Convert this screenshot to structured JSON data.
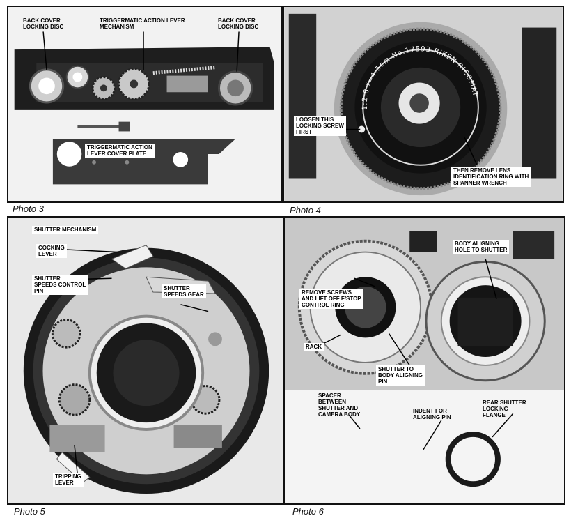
{
  "photo3": {
    "caption": "Photo 3",
    "back_cover_left": [
      "BACK COVER",
      "LOCKING DISC"
    ],
    "triggermatic_mechanism": [
      "TRIGGERMATIC ACTION LEVER",
      "MECHANISM"
    ],
    "back_cover_right": [
      "BACK COVER",
      "LOCKING DISC"
    ],
    "cover_plate": [
      "TRIGGERMATIC ACTION",
      "LEVER COVER PLATE"
    ]
  },
  "photo4": {
    "caption": "Photo 4",
    "loosen_screw": [
      "LOOSEN THIS",
      "LOCKING SCREW",
      "FIRST"
    ],
    "remove_ring": [
      "THEN REMOVE LENS",
      "IDENTIFICATION RING WITH",
      "SPANNER WRENCH"
    ],
    "ring_engraving": "1:2.8  f=4.5cm  No.17593  RIKEN  RICOMAT"
  },
  "photo5": {
    "caption": "Photo 5",
    "shutter_mechanism": "SHUTTER MECHANISM",
    "cocking_lever": [
      "COCKING",
      "LEVER"
    ],
    "speeds_control_pin": [
      "SHUTTER",
      "SPEEDS CONTROL",
      "PIN"
    ],
    "speeds_gear": [
      "SHUTTER",
      "SPEEDS GEAR"
    ],
    "tripping_lever": [
      "TRIPPING",
      "LEVER"
    ]
  },
  "photo6": {
    "caption": "Photo 6",
    "body_aligning_hole": [
      "BODY ALIGNING",
      "HOLE TO SHUTTER"
    ],
    "remove_screws": [
      "REMOVE SCREWS",
      "AND LIFT OFF f/STOP",
      "CONTROL RING"
    ],
    "rack": "RACK",
    "shutter_to_body_pin": [
      "SHUTTER TO",
      "BODY ALIGNING",
      "PIN"
    ],
    "spacer": [
      "SPACER",
      "BETWEEN",
      "SHUTTER AND",
      "CAMERA BODY"
    ],
    "indent": [
      "INDENT FOR",
      "ALIGNING PIN"
    ],
    "rear_flange": [
      "REAR SHUTTER",
      "LOCKING",
      "FLANGE"
    ]
  }
}
